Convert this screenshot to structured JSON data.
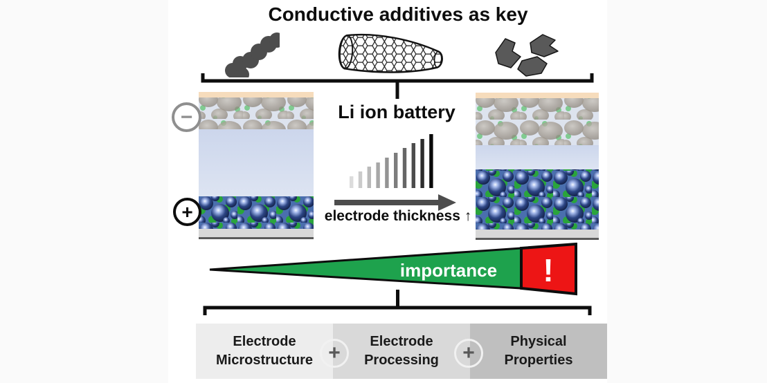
{
  "title": "Conductive additives as key",
  "additive_icons": [
    "carbon-black-icon",
    "carbon-nanotube-icon",
    "graphene-flakes-icon"
  ],
  "battery": {
    "title": "Li ion battery",
    "thickness_label": "electrode thickness ↑",
    "negative_symbol": "−",
    "positive_symbol": "+"
  },
  "thickness_chart": {
    "type": "bar",
    "values": [
      17,
      24,
      31,
      37,
      44,
      51,
      58,
      65,
      71,
      78
    ],
    "colors": [
      "#dcdcdc",
      "#cbcbcb",
      "#b9b9b9",
      "#a7a7a7",
      "#939393",
      "#7d7d7d",
      "#666666",
      "#4c4c4c",
      "#2d2d2d",
      "#0a0a0a"
    ],
    "meaning": "electrode thickness increasing left to right"
  },
  "importance_wedge": {
    "label": "importance",
    "alert_symbol": "!",
    "green": "#1ea24d",
    "red": "#ed1515"
  },
  "factors": {
    "separator_symbol": "+",
    "items": [
      {
        "line1": "Electrode",
        "line2": "Microstructure",
        "bg": "#ededed"
      },
      {
        "line1": "Electrode",
        "line2": "Processing",
        "bg": "#d9d9d9"
      },
      {
        "line1": "Physical",
        "line2": "Properties",
        "bg": "#bfbfbf"
      }
    ]
  }
}
